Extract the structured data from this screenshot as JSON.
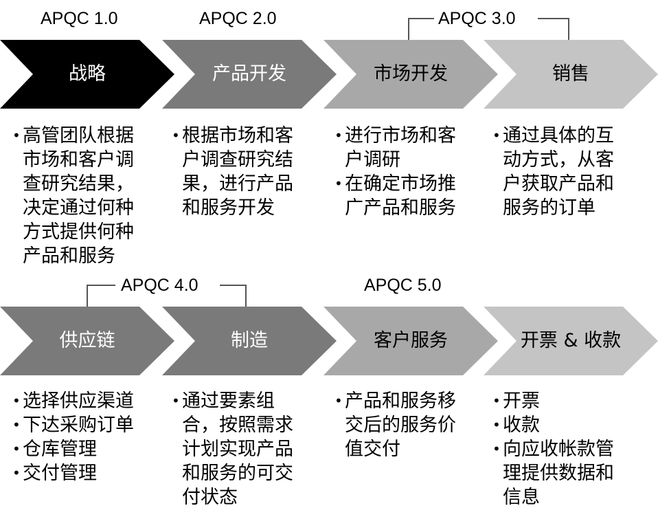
{
  "phases": [
    {
      "label": "APQC 1.0"
    },
    {
      "label": "APQC 2.0"
    },
    {
      "label": "APQC 3.0"
    },
    {
      "label": "APQC 4.0"
    },
    {
      "label": "APQC 5.0"
    }
  ],
  "steps": [
    {
      "title": "战略",
      "fill": "#000000",
      "text_color": "#ffffff",
      "bullets": [
        "高管团队根据市场和客户调查研究结果，决定通过何种方式提供何种产品和服务"
      ]
    },
    {
      "title": "产品开发",
      "fill": "#7a7a7a",
      "text_color": "#ffffff",
      "bullets": [
        "根据市场和客户调查研究结果，进行产品和服务开发"
      ]
    },
    {
      "title": "市场开发",
      "fill": "#a8a8a8",
      "text_color": "#000000",
      "bullets": [
        "进行市场和客户调研",
        "在确定市场推广产品和服务"
      ]
    },
    {
      "title": "销售",
      "fill": "#c4c4c4",
      "text_color": "#000000",
      "bullets": [
        "通过具体的互动方式，从客户获取产品和服务的订单"
      ]
    },
    {
      "title": "供应链",
      "fill": "#7a7a7a",
      "text_color": "#ffffff",
      "bullets": [
        "选择供应渠道",
        "下达采购订单",
        "仓库管理",
        "交付管理"
      ]
    },
    {
      "title": "制造",
      "fill": "#7a7a7a",
      "text_color": "#ffffff",
      "bullets": [
        "通过要素组合，按照需求计划实现产品和服务的可交付状态"
      ]
    },
    {
      "title": "客户服务",
      "fill": "#a8a8a8",
      "text_color": "#000000",
      "bullets": [
        "产品和服务移交后的服务价值交付"
      ]
    },
    {
      "title": "开票 & 收款",
      "fill": "#c4c4c4",
      "text_color": "#000000",
      "bullets": [
        "开票",
        "收款",
        "向应收帐款管理提供数据和信息"
      ]
    }
  ]
}
